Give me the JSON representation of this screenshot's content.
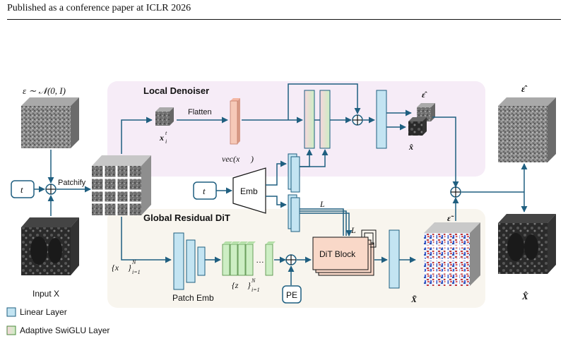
{
  "header": "Published as a conference paper at ICLR 2026",
  "local_panel": {
    "title": "Local Denoiser"
  },
  "global_panel": {
    "title": "Global Residual DiT"
  },
  "labels": {
    "noise": "ε ∼ 𝒩(0, I)",
    "flatten": "Flatten",
    "patchify": "Patchify",
    "x_i_t": "x",
    "x_i_t_sub": "i",
    "x_i_t_sup": "t",
    "vec": "vec(x",
    "vec_close": ")",
    "t1": "t",
    "t2": "t",
    "emb": "Emb",
    "L_top": "L",
    "L_block": "L",
    "dit_block": "DiT Block",
    "set_x": "{x",
    "set_x_rest": "}",
    "set_x_n": "N",
    "set_x_i": "i=1",
    "set_z": "{z",
    "set_z_rest": "}",
    "set_z_n": "N",
    "set_z_i": "i=1",
    "patch_emb": "Patch Emb",
    "pe": "PE",
    "dots": "…",
    "input_x": "Input X",
    "eps_hat_i": "ε̂",
    "x_hat_i": "x̂",
    "eps_hat": "ε̂",
    "eps_tilde": "ε̃",
    "x_tilde": "X̃",
    "x_hat": "X̂",
    "circle_plus": "⊕"
  },
  "legend": {
    "linear": "Linear Layer",
    "swiglu": "Adaptive SwiGLU Layer"
  },
  "colors": {
    "local_bg": "#f6ecf7",
    "global_bg": "#f8f5ee",
    "linear": "#c3e4f2",
    "swiglu_green": "#cdeec4",
    "swiglu_pink": "#f6d6dc",
    "dit": "#f9d8c8",
    "flatten": "#f6c9b8",
    "arrow": "#1f5f80"
  }
}
